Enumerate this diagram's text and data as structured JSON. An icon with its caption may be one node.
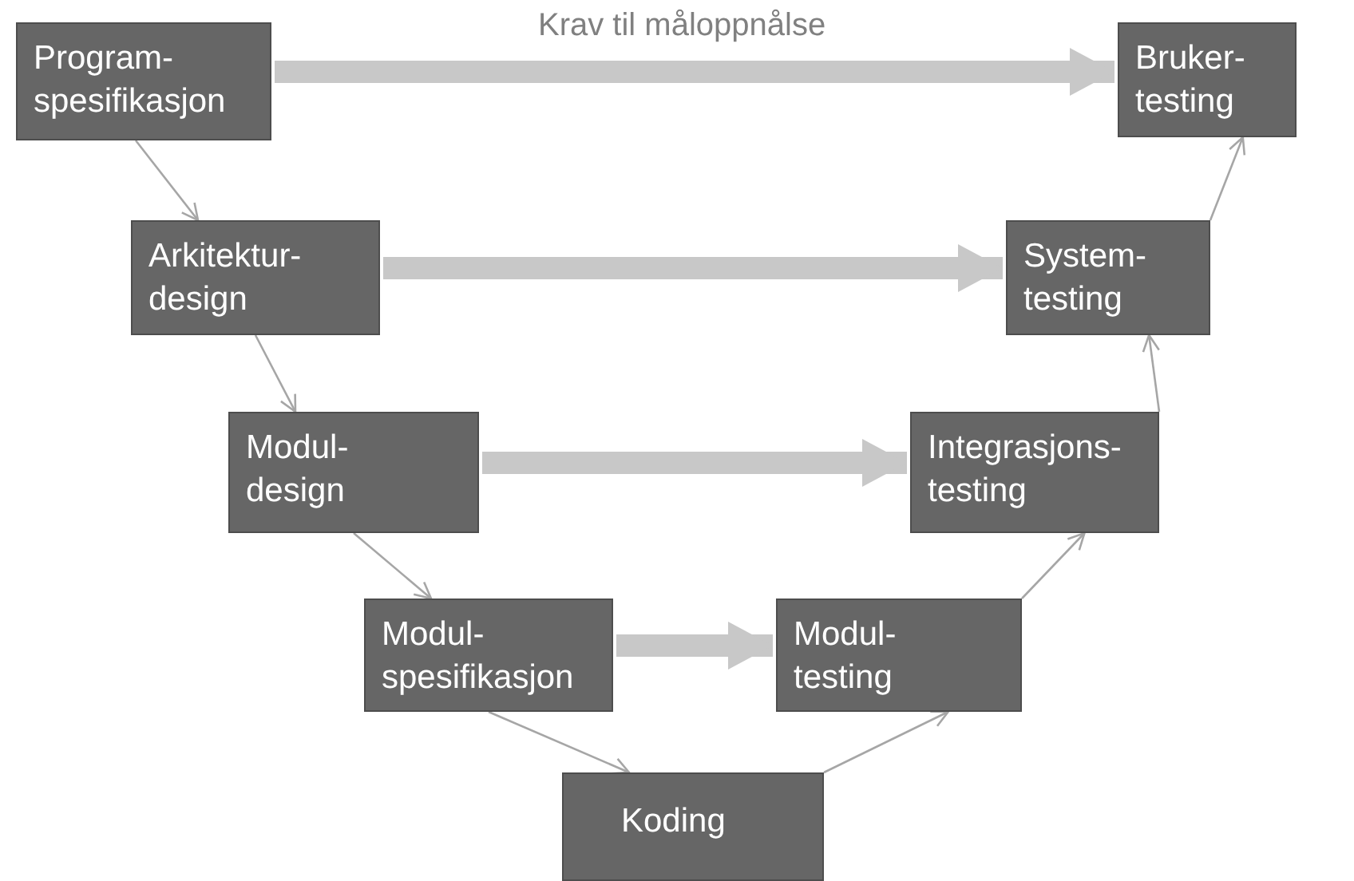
{
  "diagram": {
    "nodes": [
      {
        "text": [
          "Program- spesifikasjon"
        ]
      },
      {
        "text": [
          "Bruker- testing"
        ]
      },
      {
        "text": [
          "Arkitektur- design"
        ]
      },
      {
        "text": [
          "System- testing"
        ]
      },
      {
        "text": [
          "Modul- design"
        ]
      },
      {
        "text": [
          "Integrasjons- testing"
        ]
      },
      {
        "text": [
          "Modul- spesifikasjon"
        ]
      },
      {
        "text": [
          "Modul- testing"
        ]
      },
      {
        "text": [
          "Koding"
        ]
      }
    ],
    "edges": [
      {
        "from": 0,
        "to": 1,
        "arrow": "to",
        "label": "Krav til måloppnålse",
        "style": "thick",
        "color": "#c8c8c8"
      },
      {
        "from": 2,
        "to": 3,
        "arrow": "to",
        "style": "thick",
        "color": "#c8c8c8"
      },
      {
        "from": 4,
        "to": 5,
        "arrow": "to",
        "style": "thick",
        "color": "#c8c8c8"
      },
      {
        "from": 6,
        "to": 7,
        "arrow": "to",
        "style": "thick",
        "color": "#c8c8c8"
      },
      {
        "from": 0,
        "to": 2,
        "arrow": "to"
      },
      {
        "from": 2,
        "to": 4,
        "arrow": "to"
      },
      {
        "from": 4,
        "to": 6,
        "arrow": "to"
      },
      {
        "from": 6,
        "to": 8,
        "arrow": "to"
      },
      {
        "from": 8,
        "to": 7,
        "arrow": "to"
      },
      {
        "from": 7,
        "to": 5,
        "arrow": "to"
      },
      {
        "from": 5,
        "to": 3,
        "arrow": "to"
      },
      {
        "from": 3,
        "to": 1,
        "arrow": "to"
      }
    ]
  }
}
